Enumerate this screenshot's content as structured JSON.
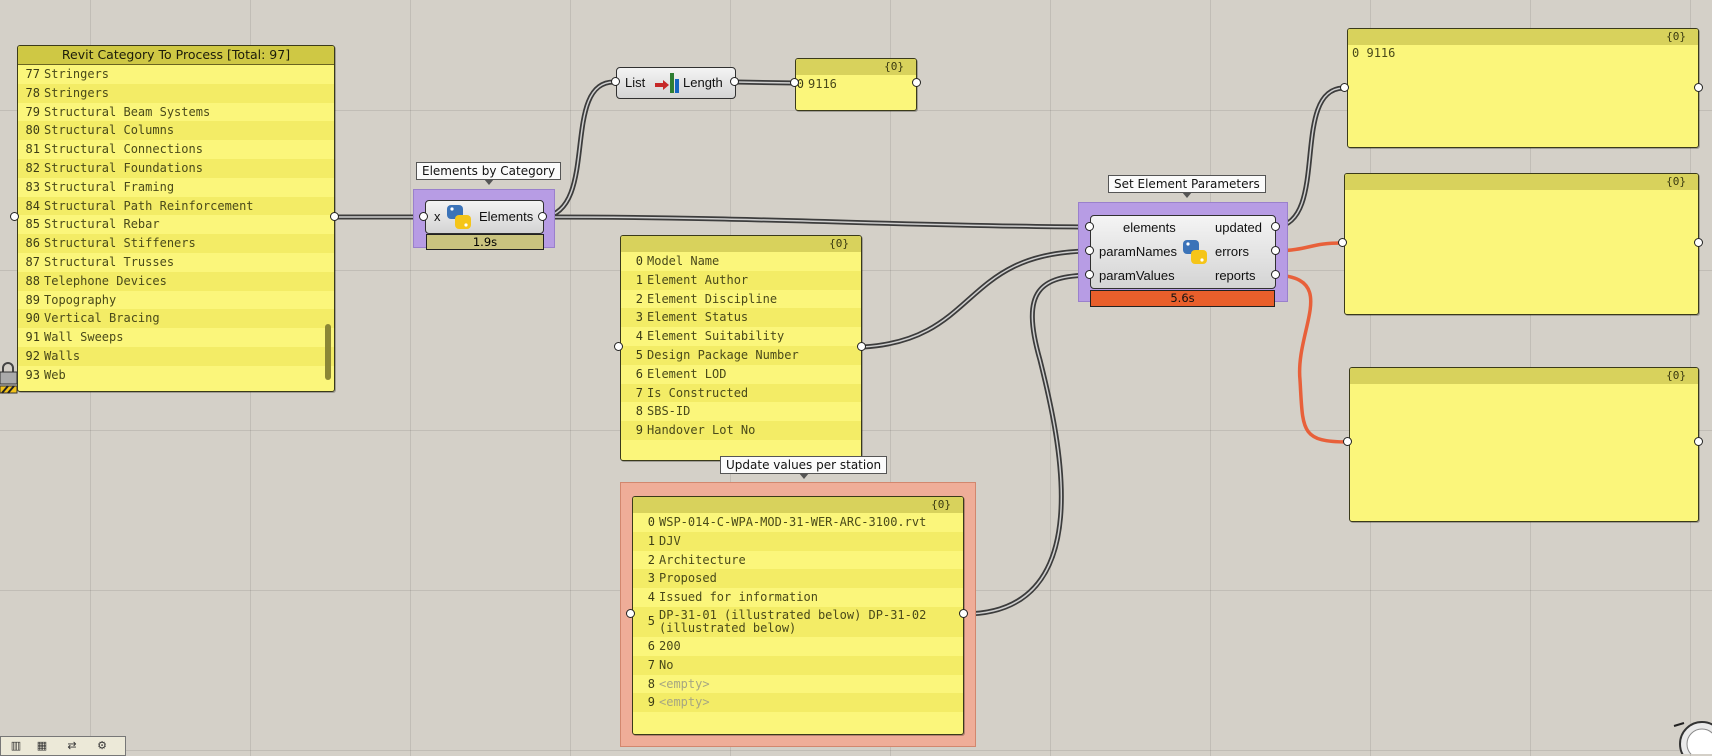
{
  "category_panel": {
    "title": "Revit Category To Process [Total: 97]",
    "items": [
      {
        "index": "77",
        "value": "Stringers"
      },
      {
        "index": "78",
        "value": "Stringers"
      },
      {
        "index": "79",
        "value": "Structural Beam Systems"
      },
      {
        "index": "80",
        "value": "Structural Columns"
      },
      {
        "index": "81",
        "value": "Structural Connections"
      },
      {
        "index": "82",
        "value": "Structural Foundations"
      },
      {
        "index": "83",
        "value": "Structural Framing"
      },
      {
        "index": "84",
        "value": "Structural Path Reinforcement"
      },
      {
        "index": "85",
        "value": "Structural Rebar"
      },
      {
        "index": "86",
        "value": "Structural Stiffeners"
      },
      {
        "index": "87",
        "value": "Structural Trusses"
      },
      {
        "index": "88",
        "value": "Telephone Devices"
      },
      {
        "index": "89",
        "value": "Topography"
      },
      {
        "index": "90",
        "value": "Vertical Bracing"
      },
      {
        "index": "91",
        "value": "Wall Sweeps"
      },
      {
        "index": "92",
        "value": "Walls"
      },
      {
        "index": "93",
        "value": "Web"
      }
    ]
  },
  "elements_by_category": {
    "label": "Elements by Category",
    "input": "x",
    "output": "Elements",
    "timer": "1.9s",
    "icon": "python-icon"
  },
  "list_length": {
    "left": "List",
    "right": "Length",
    "icon": "list-length-icon"
  },
  "length_panel": {
    "path": "{0}",
    "items": [
      {
        "index": "0",
        "value": "9116"
      }
    ]
  },
  "param_names_panel": {
    "path": "{0}",
    "items": [
      {
        "index": "0",
        "value": "Model Name"
      },
      {
        "index": "1",
        "value": "Element Author"
      },
      {
        "index": "2",
        "value": "Element Discipline"
      },
      {
        "index": "3",
        "value": "Element Status"
      },
      {
        "index": "4",
        "value": "Element Suitability"
      },
      {
        "index": "5",
        "value": "Design Package Number"
      },
      {
        "index": "6",
        "value": "Element LOD"
      },
      {
        "index": "7",
        "value": "Is Constructed"
      },
      {
        "index": "8",
        "value": "SBS-ID"
      },
      {
        "index": "9",
        "value": "Handover Lot No"
      }
    ]
  },
  "values_group": {
    "label": "Update values per station",
    "path": "{0}",
    "items": [
      {
        "index": "0",
        "value": "WSP-014-C-WPA-MOD-31-WER-ARC-3100.rvt"
      },
      {
        "index": "1",
        "value": "DJV"
      },
      {
        "index": "2",
        "value": "Architecture"
      },
      {
        "index": "3",
        "value": "Proposed"
      },
      {
        "index": "4",
        "value": "Issued for information"
      },
      {
        "index": "5",
        "value": "DP-31-01 (illustrated below) DP-31-02 (illustrated below)"
      },
      {
        "index": "6",
        "value": "200"
      },
      {
        "index": "7",
        "value": "No"
      },
      {
        "index": "8",
        "value": "<empty>"
      },
      {
        "index": "9",
        "value": "<empty>"
      }
    ]
  },
  "set_params": {
    "label": "Set Element Parameters",
    "inputs": [
      "elements",
      "paramNames",
      "paramValues"
    ],
    "outputs": [
      "updated",
      "errors",
      "reports"
    ],
    "timer": "5.6s",
    "icon": "python-icon"
  },
  "updated_panel": {
    "path": "{0}",
    "items": [
      {
        "index": "0",
        "value": "9116"
      }
    ]
  },
  "errors_panel": {
    "path": "{0}"
  },
  "reports_panel": {
    "path": "{0}"
  },
  "colors": {
    "panel": "#fbf67b",
    "wire": "#555555",
    "error_wire": "#e8603a",
    "group_purple": "#b79ce4",
    "group_red": "#efad98",
    "timer_warning": "#e95f2b"
  }
}
